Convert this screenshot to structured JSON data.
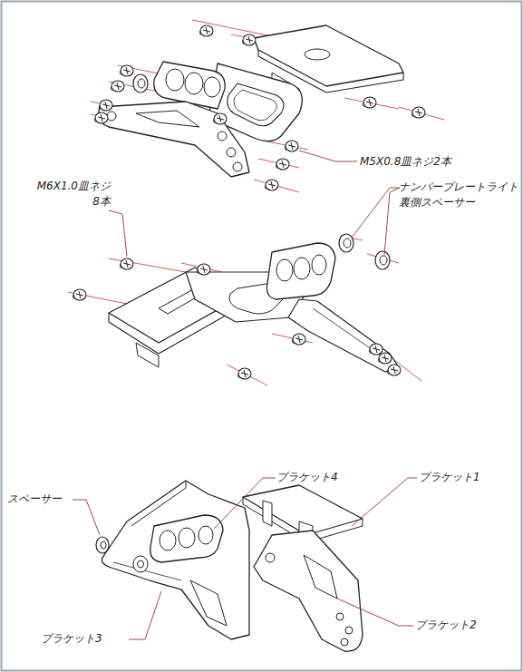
{
  "diagram": {
    "labels": [
      "M5X0.8皿ネジ2本",
      "M6X1.0皿ネジ 8本",
      "ナンバープレートライト 裏側スペーサー",
      "ブラケット4",
      "ブラケット1",
      "スペーサー",
      "ブラケット3",
      "ブラケット2"
    ]
  }
}
